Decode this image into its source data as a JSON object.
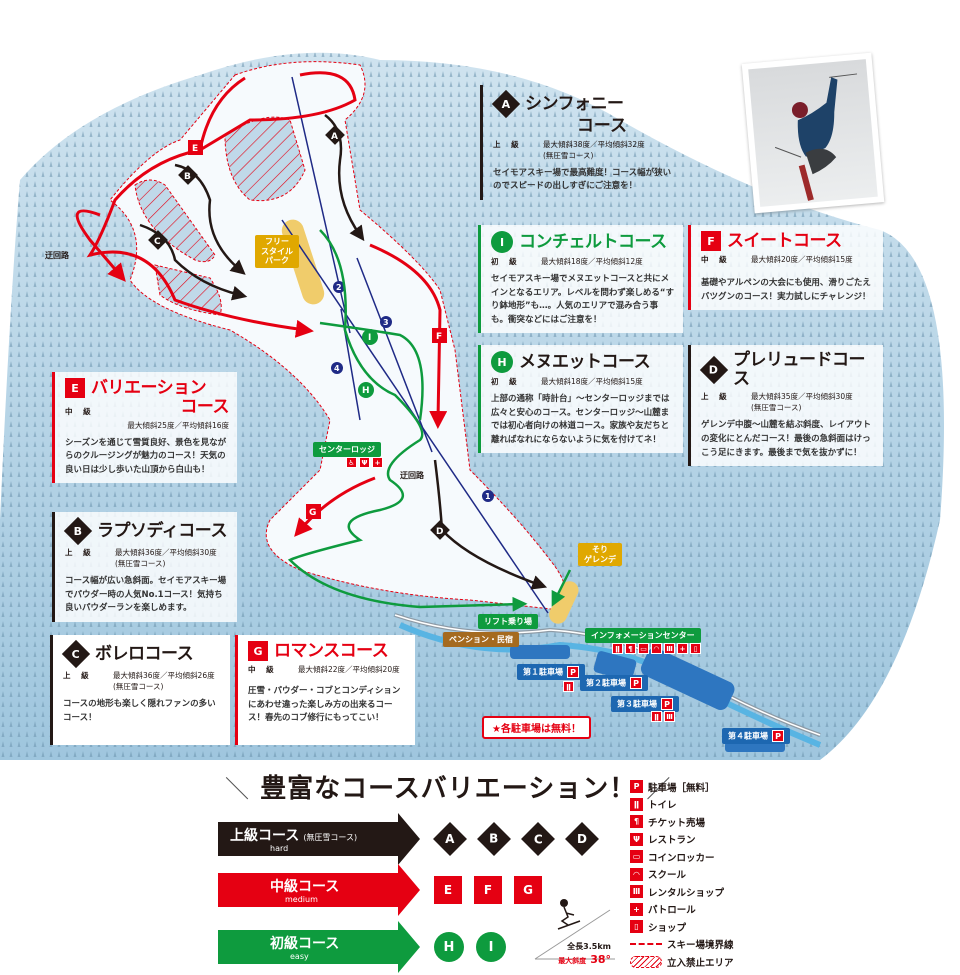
{
  "map": {
    "ski_area_labels": {
      "detour_upper": "迂回路",
      "detour_lower": "迂回路",
      "freestyle_park": [
        "フリー",
        "スタイル",
        "パーク"
      ],
      "sori_slope": [
        "そり",
        "ゲレンデ"
      ],
      "center_lodge": "センターロッジ",
      "lift_boarding": "リフト乗り場",
      "pension": "ペンション・民宿",
      "info_center": "インフォメーションセンター",
      "parking_1": "第１駐車場",
      "parking_2": "第２駐車場",
      "parking_3": "第３駐車場",
      "parking_4": "第４駐車場",
      "parking_symbol": "P",
      "free_parking_note": "★各駐車場は無料！"
    },
    "lifts": [
      "1",
      "2",
      "3",
      "4"
    ],
    "course_markers": [
      "A",
      "B",
      "C",
      "D",
      "E",
      "F",
      "G",
      "H",
      "I"
    ],
    "colors": {
      "hard": "#231815",
      "medium": "#e50012",
      "easy": "#0e9b3e",
      "lift": "#1f2a86",
      "snow_blue": "#b9d6e8",
      "road_blue": "#58b4e3"
    }
  },
  "courses": {
    "A": {
      "badge": "A",
      "title_line1": "シンフォニー",
      "title_line2": "コース",
      "level": "上 級",
      "slope": "最大傾斜38度／平均傾斜32度",
      "note": "(無圧雪コース)",
      "desc": "セイモアスキー場で最高難度！コース幅が狭いのでスピードの出しすぎにご注意を！"
    },
    "I": {
      "badge": "I",
      "title": "コンチェルトコース",
      "level": "初 級",
      "slope": "最大傾斜18度／平均傾斜12度",
      "desc": "セイモアスキー場でメヌエットコースと共にメインとなるエリア。レベルを問わず楽しめる“すり鉢地形”も…。人気のエリアで混み合う事も。衝突などにはご注意を！"
    },
    "H": {
      "badge": "H",
      "title": "メヌエットコース",
      "level": "初 級",
      "slope": "最大傾斜18度／平均傾斜15度",
      "desc": "上部の通称「時計台」～センターロッジまでは広々と安心のコース。センターロッジ～山麓までは初心者向けの林道コース。家族や友だちと離ればなれにならないように気を付けてネ！"
    },
    "F": {
      "badge": "F",
      "title": "スイートコース",
      "level": "中 級",
      "slope": "最大傾斜20度／平均傾斜15度",
      "desc": "基礎やアルペンの大会にも使用、滑りごたえバツグンのコース！実力試しにチャレンジ！"
    },
    "D": {
      "badge": "D",
      "title": "プレリュードコース",
      "level": "上 級",
      "slope": "最大傾斜35度／平均傾斜30度",
      "note": "(無圧雪コース)",
      "desc": "ゲレンデ中腹～山麓を結ぶ斜度、レイアウトの変化にとんだコース！最後の急斜面はけっこう足にきます。最後まで気を抜かずに！"
    },
    "E": {
      "badge": "E",
      "title_line1": "バリエーション",
      "title_line2": "コース",
      "level": "中 級",
      "slope": "最大傾斜25度／平均傾斜16度",
      "desc": "シーズンを通じて雪質良好、景色を見ながらのクルージングが魅力のコース！天気の良い日は少し歩いた山頂から白山も！"
    },
    "B": {
      "badge": "B",
      "title": "ラプソディコース",
      "level": "上 級",
      "slope": "最大傾斜36度／平均傾斜30度",
      "note": "(無圧雪コース)",
      "desc": "コース幅が広い急斜面。セイモアスキー場でパウダー時の人気No.1コース！気持ち良いパウダーランを楽しめます。"
    },
    "C": {
      "badge": "C",
      "title": "ボレロコース",
      "level": "上 級",
      "slope": "最大傾斜36度／平均傾斜26度",
      "note": "(無圧雪コース)",
      "desc": "コースの地形も楽しく隠れファンの多いコース！"
    },
    "G": {
      "badge": "G",
      "title": "ロマンスコース",
      "level": "中 級",
      "slope": "最大傾斜22度／平均傾斜20度",
      "desc": "圧雪・パウダー・コブとコンディションにあわせ違った楽しみ方の出来るコース！春先のコブ修行にもってこい！"
    }
  },
  "variation": {
    "heading": "豊富なコースバリエーション！",
    "slash_left": "＼",
    "slash_right": "／",
    "levels": [
      {
        "label": "上級コース",
        "note": "(無圧雪コース)",
        "en": "hard",
        "badges": [
          "A",
          "B",
          "C",
          "D"
        ]
      },
      {
        "label": "中級コース",
        "note": "",
        "en": "medium",
        "badges": [
          "E",
          "F",
          "G"
        ]
      },
      {
        "label": "初級コース",
        "note": "",
        "en": "easy",
        "badges": [
          "H",
          "I"
        ]
      }
    ]
  },
  "stats": {
    "length": "全長3.5km",
    "max_slope_label": "最大斜度",
    "max_slope_value": "38°"
  },
  "legend": {
    "items": [
      {
        "icon": "P",
        "label": "駐車場［無料］"
      },
      {
        "icon": "toilet",
        "label": "トイレ"
      },
      {
        "icon": "ticket",
        "label": "チケット売場"
      },
      {
        "icon": "restaurant",
        "label": "レストラン"
      },
      {
        "icon": "locker",
        "label": "コインロッカー"
      },
      {
        "icon": "school",
        "label": "スクール"
      },
      {
        "icon": "rental",
        "label": "レンタルショップ"
      },
      {
        "icon": "patrol",
        "label": "パトロール"
      },
      {
        "icon": "shop",
        "label": "ショップ"
      },
      {
        "icon": "boundary",
        "label": "スキー場境界線"
      },
      {
        "icon": "no-entry",
        "label": "立入禁止エリア"
      }
    ]
  }
}
